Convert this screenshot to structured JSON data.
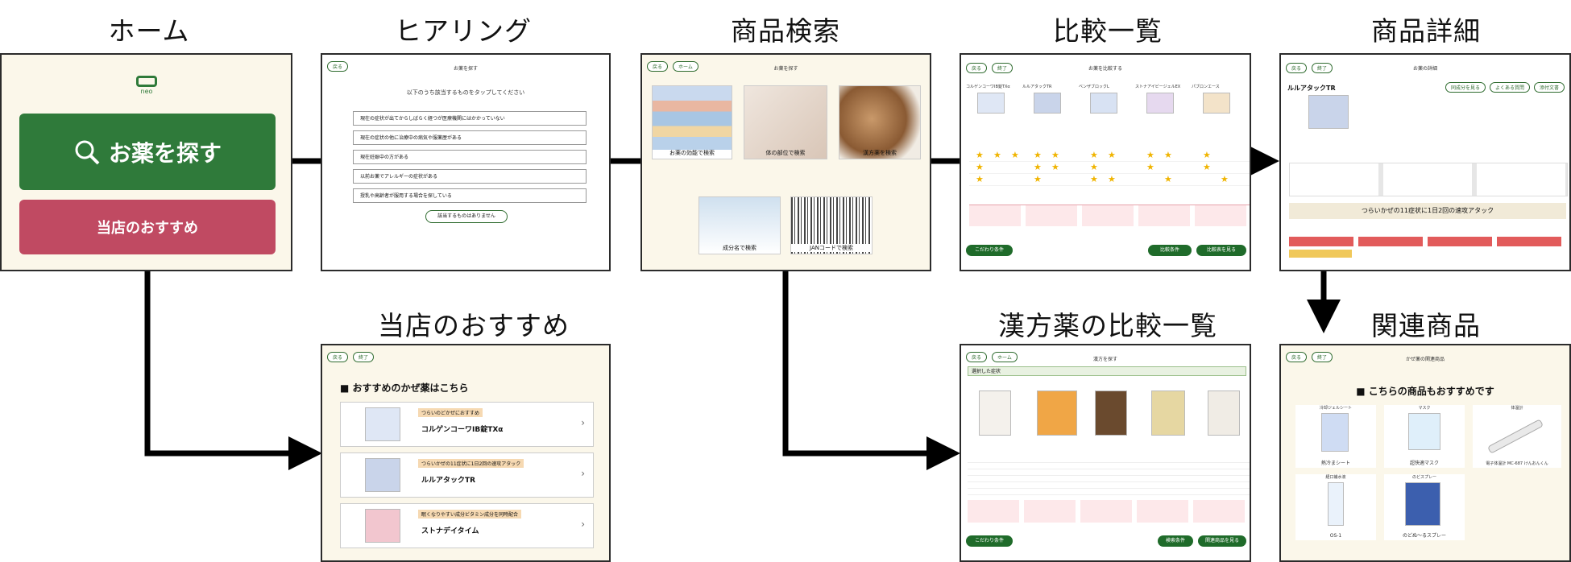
{
  "labels": {
    "home": "ホーム",
    "hearing": "ヒアリング",
    "search": "商品検索",
    "compare": "比較一覧",
    "detail": "商品詳細",
    "recommend": "当店のおすすめ",
    "kampo": "漢方薬の比較一覧",
    "related": "関連商品"
  },
  "home": {
    "logo": "neo",
    "find_button": "お薬を探す",
    "recommend_button": "当店のおすすめ"
  },
  "hearing": {
    "back": "戻る",
    "title": "お薬を探す",
    "prompt": "以下のうち該当するものをタップしてください",
    "options": [
      "現在の症状が出てからしばらく経つが医療機関にはかかっていない",
      "現在の症状の他に治療中の病気や服薬歴がある",
      "現在妊娠中の方がある",
      "以前お薬でアレルギーの症状がある",
      "授乳や高齢者が服用する場合を探している"
    ],
    "none_button": "該当するものはありません"
  },
  "search": {
    "back": "戻る",
    "home": "ホーム",
    "title": "お薬を探す",
    "tiles": [
      "お薬の効能で検索",
      "体の部位で検索",
      "漢方薬を検索",
      "成分名で検索",
      "JANコードで検索"
    ]
  },
  "compare": {
    "back": "戻る",
    "end": "終了",
    "title": "お薬を比較する",
    "products": [
      "コルゲンコーワIB錠TXα",
      "ルルアタックTR",
      "ベンザブロックL",
      "ストナアイビージェルEX",
      "パブロンエース"
    ],
    "conditions_button": "こだわり条件",
    "buttons": [
      "比較条件",
      "比較表を見る"
    ]
  },
  "detail": {
    "back": "戻る",
    "end": "終了",
    "title": "お薬の詳細",
    "product": "ルルアタックTR",
    "top_buttons": [
      "同成分を見る",
      "よくある質問",
      "添付文書"
    ],
    "headline": "つらいかぜの11症状に1日2回の速攻アタック"
  },
  "recommend": {
    "back": "戻る",
    "end": "終了",
    "heading": "■ おすすめのかぜ薬はこちら",
    "items": [
      {
        "tag": "つらいのどかぜにおすすめ",
        "name": "コルゲンコーワIB錠TXα"
      },
      {
        "tag": "つらいかぜの11症状に1日2回の速攻アタック",
        "name": "ルルアタックTR"
      },
      {
        "tag": "眠くなりやすい成分ビタミン成分を同時配合",
        "name": "ストナデイタイム"
      }
    ]
  },
  "kampo": {
    "back": "戻る",
    "home": "ホーム",
    "title": "漢方を探す",
    "filter": "選択した症状",
    "conditions_button": "こだわり条件",
    "buttons": [
      "検索条件",
      "関連商品を見る"
    ]
  },
  "related": {
    "back": "戻る",
    "end": "終了",
    "title": "かぜ薬の関連商品",
    "heading": "■ こちらの商品もおすすめです",
    "categories": [
      "冷却ジェルシート",
      "マスク",
      "体温計",
      "経口補水液",
      "のどスプレー"
    ],
    "items": [
      "熱冷まシート",
      "超快適マスク",
      "電子体温計 MC-687 けんおんくん",
      "OS-1",
      "のどぬ～るスプレー"
    ]
  },
  "colors": {
    "primary_green": "#2f7a3a",
    "rose": "#c04a62",
    "arrow": "#000000",
    "screen_bg": "#fbf7ea"
  }
}
